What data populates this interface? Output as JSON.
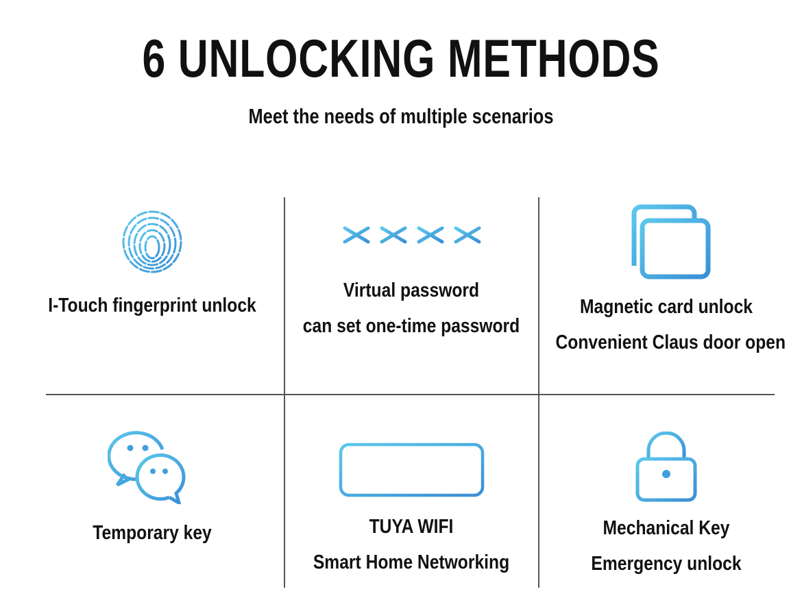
{
  "title": "6 UNLOCKING METHODS",
  "subtitle": "Meet the needs of multiple scenarios",
  "accent_color": "#3fa9e0",
  "methods": [
    {
      "icon": "fingerprint-icon",
      "line1": "I-Touch fingerprint unlock"
    },
    {
      "icon": "password-asterisks-icon",
      "line1": "Virtual password",
      "line2": "can set one-time password"
    },
    {
      "icon": "cards-icon",
      "line1": "Magnetic card unlock",
      "line2": "Convenient Claus door open"
    },
    {
      "icon": "chat-bubbles-icon",
      "line1": "Temporary key"
    },
    {
      "icon": "wifi-module-icon",
      "line1": "TUYA  WIFI",
      "line2": "Smart Home Networking"
    },
    {
      "icon": "padlock-icon",
      "line1": "Mechanical Key",
      "line2": "Emergency unlock"
    }
  ]
}
